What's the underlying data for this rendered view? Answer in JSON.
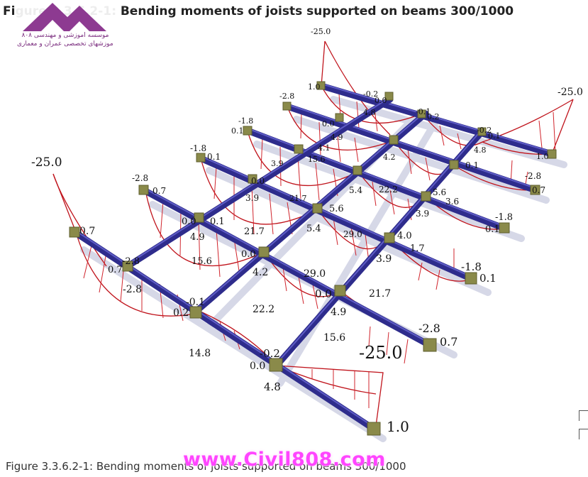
{
  "header": {
    "title": "Figure 3.3.6.2-1: Bending moments of joists supported on beams 300/1000"
  },
  "logo": {
    "line1": "موسسه آموزشی و مهندسی ۸۰۸",
    "line2": "آموزشهای تخصصی عمران و معماری"
  },
  "caption": {
    "text": "Figure 3.3.6.2-1: Bending moments of joists supported on beams 300/1000"
  },
  "watermark": {
    "text": "www.Civil808.com"
  },
  "colors": {
    "beam": "#2e2c8c",
    "beam_highlight": "#5553c4",
    "shadow": "#b9bcd4",
    "diagram_line": "#c0141c",
    "node": "#8a8a4a",
    "node_top": "#b8b873"
  },
  "diagram": {
    "labels": [
      {
        "id": "a1",
        "text": "-25.0"
      },
      {
        "id": "a2",
        "text": "1.0"
      },
      {
        "id": "a3",
        "text": "-0.2"
      },
      {
        "id": "a4",
        "text": "0.0"
      },
      {
        "id": "a5",
        "text": "4.8"
      },
      {
        "id": "b1",
        "text": "-25.0"
      },
      {
        "id": "b2",
        "text": "1.0"
      },
      {
        "id": "b3",
        "text": "-0.2"
      },
      {
        "id": "b4",
        "text": "0.0"
      },
      {
        "id": "b5",
        "text": "4.8"
      },
      {
        "id": "c1",
        "text": "-25.0"
      },
      {
        "id": "c2",
        "text": "1.0"
      },
      {
        "id": "c3",
        "text": "-0.2"
      },
      {
        "id": "c4",
        "text": "0.1"
      },
      {
        "id": "c5",
        "text": "4.8"
      },
      {
        "id": "d1",
        "text": "-25.0"
      },
      {
        "id": "d2",
        "text": "1.0"
      },
      {
        "id": "d3",
        "text": "-0.2"
      },
      {
        "id": "d4",
        "text": "0.0"
      },
      {
        "id": "d5",
        "text": "4.8"
      },
      {
        "id": "e1",
        "text": "-2.8"
      },
      {
        "id": "e2",
        "text": "0.7"
      },
      {
        "id": "e3",
        "text": "-2.8"
      },
      {
        "id": "e4",
        "text": "0.7"
      },
      {
        "id": "e5",
        "text": "-2.8"
      },
      {
        "id": "e6",
        "text": "0.7"
      },
      {
        "id": "e7",
        "text": "-2.8"
      },
      {
        "id": "e8",
        "text": "0.7"
      },
      {
        "id": "f1",
        "text": "-1.8"
      },
      {
        "id": "f2",
        "text": "0.1"
      },
      {
        "id": "f3",
        "text": "-1.8"
      },
      {
        "id": "f4",
        "text": "0.1"
      },
      {
        "id": "f5",
        "text": "-1.8"
      },
      {
        "id": "f6",
        "text": "0.1"
      },
      {
        "id": "f7",
        "text": "-1.8"
      },
      {
        "id": "f8",
        "text": "0.1"
      },
      {
        "id": "g1",
        "text": "-0.1"
      },
      {
        "id": "g2",
        "text": "0.2"
      },
      {
        "id": "g3",
        "text": "-0.1"
      },
      {
        "id": "g4",
        "text": "0.2"
      },
      {
        "id": "h1",
        "text": "14.8"
      },
      {
        "id": "h2",
        "text": "15.6"
      },
      {
        "id": "h3",
        "text": "15.6"
      },
      {
        "id": "h4",
        "text": "15.6"
      },
      {
        "id": "h5",
        "text": "22.2"
      },
      {
        "id": "h6",
        "text": "22.2"
      },
      {
        "id": "h7",
        "text": "21.7"
      },
      {
        "id": "h8",
        "text": "21.7"
      },
      {
        "id": "h9",
        "text": "21.7"
      },
      {
        "id": "h10",
        "text": "29.0"
      },
      {
        "id": "h11",
        "text": "29.0"
      },
      {
        "id": "i1",
        "text": "4.9"
      },
      {
        "id": "i2",
        "text": "4.9"
      },
      {
        "id": "i3",
        "text": "4.9"
      },
      {
        "id": "i4",
        "text": "4.2"
      },
      {
        "id": "i5",
        "text": "4.2"
      },
      {
        "id": "i6",
        "text": "5.4"
      },
      {
        "id": "i7",
        "text": "5.4"
      },
      {
        "id": "i8",
        "text": "5.6"
      },
      {
        "id": "i9",
        "text": "3.9"
      },
      {
        "id": "i10",
        "text": "3.9"
      },
      {
        "id": "i11",
        "text": "3.9"
      },
      {
        "id": "i12",
        "text": "3.9"
      },
      {
        "id": "i13",
        "text": "4.1"
      },
      {
        "id": "i14",
        "text": "4.0"
      },
      {
        "id": "i15",
        "text": "3.6"
      },
      {
        "id": "i16",
        "text": "5.6"
      },
      {
        "id": "j1",
        "text": "0.0"
      },
      {
        "id": "j2",
        "text": "0.0"
      },
      {
        "id": "j3",
        "text": "0.0"
      },
      {
        "id": "j4",
        "text": "0.0"
      },
      {
        "id": "j5",
        "text": "0.1"
      },
      {
        "id": "j6",
        "text": "0.1"
      },
      {
        "id": "j7",
        "text": "0.0"
      },
      {
        "id": "j8",
        "text": "1.7"
      }
    ]
  }
}
